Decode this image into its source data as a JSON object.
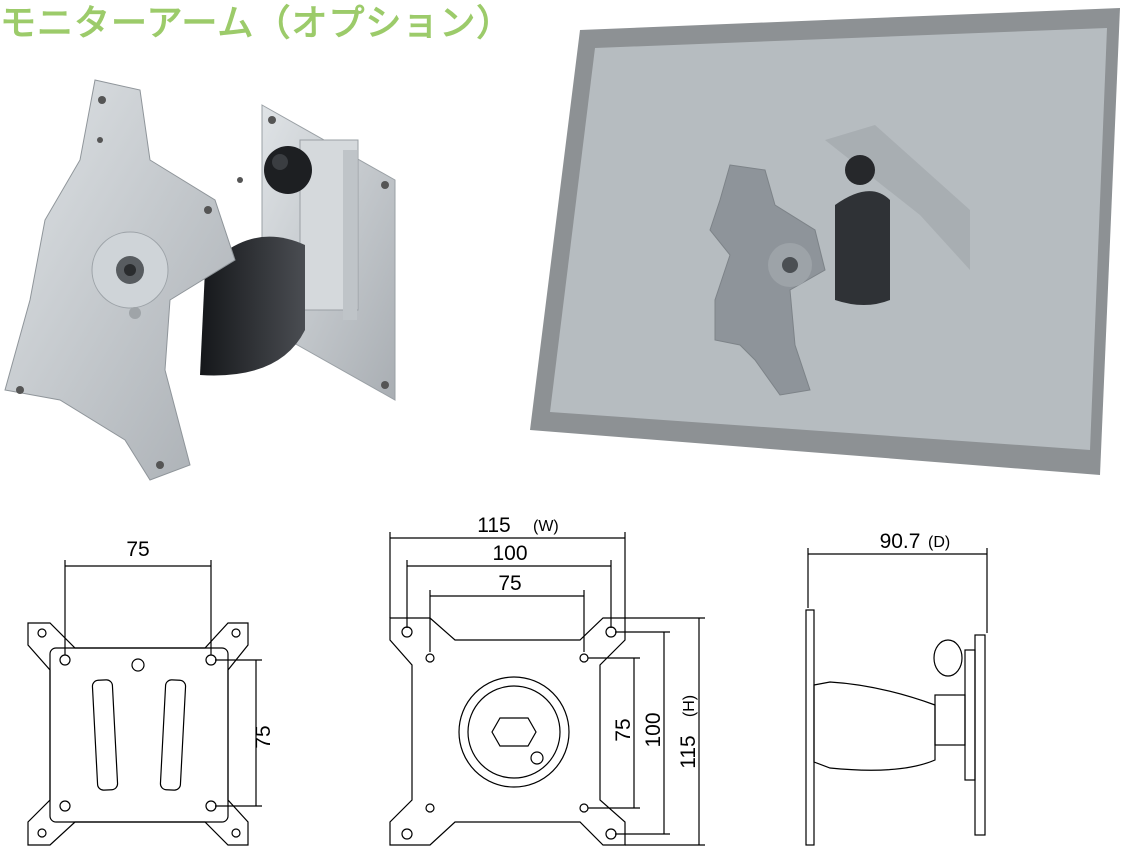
{
  "title": "モニターアーム（オプション）",
  "colors": {
    "title_green": "#9ccb6a",
    "metal": "#c7ccd1",
    "dark": "#2a2c2f",
    "monitor_frame": "#8d9194",
    "monitor_screen": "#b6bcc0"
  },
  "drawings": {
    "front_plate": {
      "width_label": "75",
      "height_label": "75"
    },
    "back_plate": {
      "w115": "115",
      "w115_unit": "(W)",
      "w100": "100",
      "w75": "75",
      "h75": "75",
      "h100": "100",
      "h115": "115",
      "h115_unit": "(H)"
    },
    "side_view": {
      "depth": "90.7",
      "depth_unit": "(D)"
    }
  }
}
